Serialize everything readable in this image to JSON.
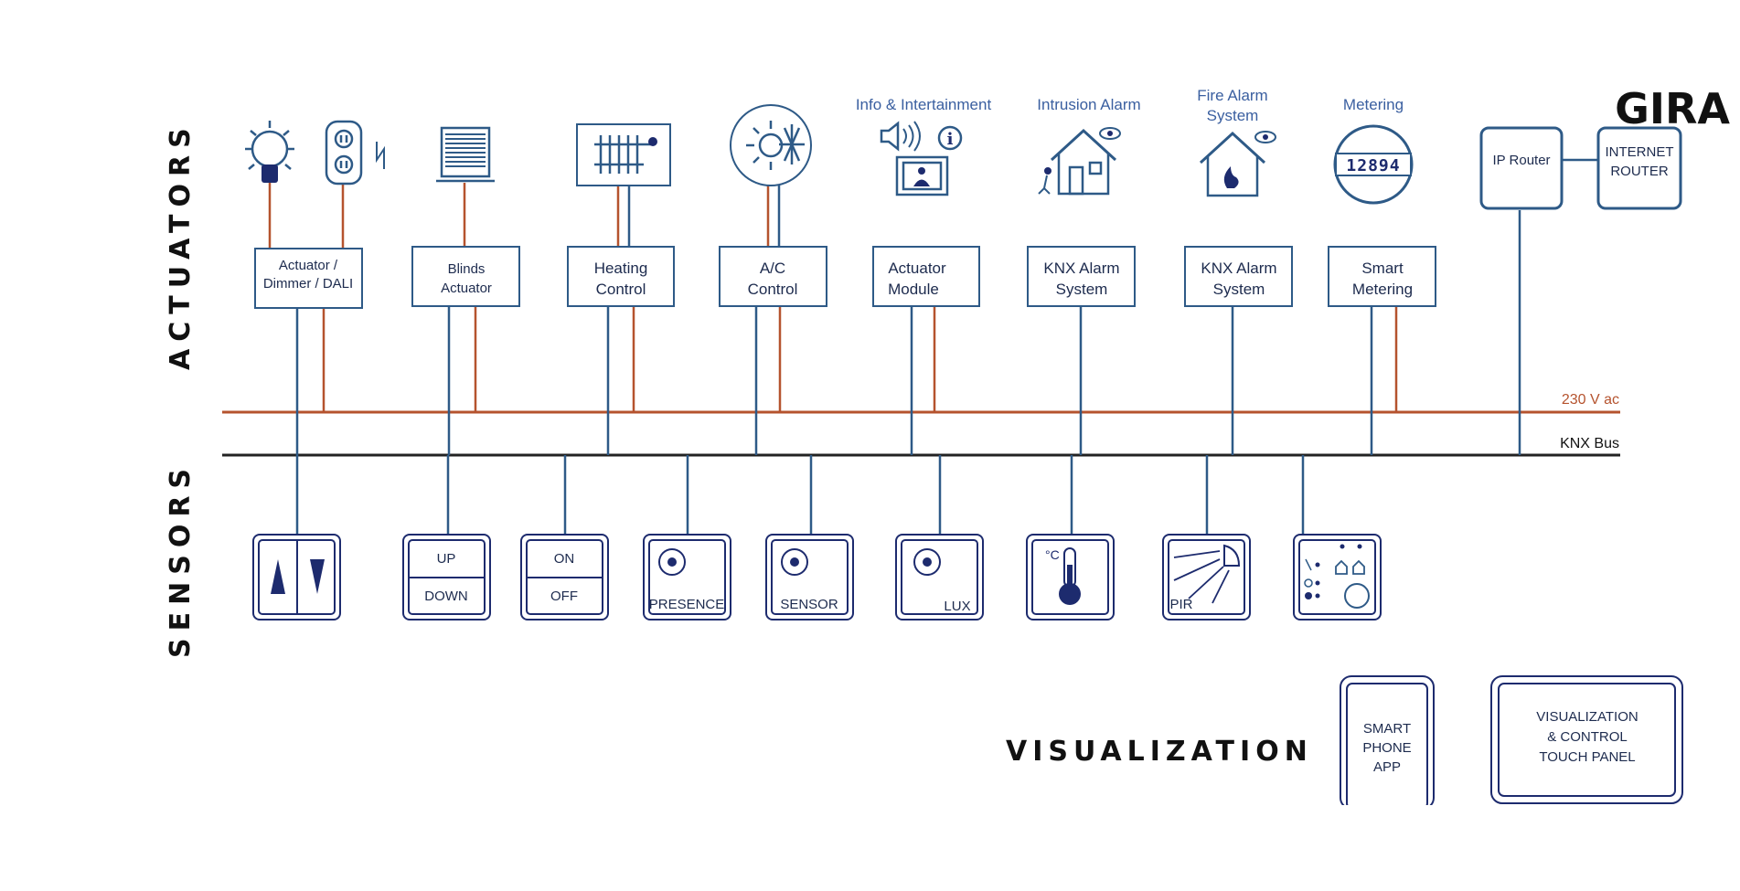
{
  "brand": "GIRA",
  "sections": {
    "actuators": "ACTUATORS",
    "sensors": "SENSORS",
    "visualization": "VISUALIZATION"
  },
  "buses": {
    "power": "230 V ac",
    "knx": "KNX Bus"
  },
  "categories": {
    "info": "Info & Intertainment",
    "intrusion": "Intrusion Alarm",
    "fire_1": "Fire Alarm",
    "fire_2": "System",
    "metering": "Metering"
  },
  "meter_digits": "12894",
  "modules": {
    "dimmer_1": "Actuator /",
    "dimmer_2": "Dimmer / DALI",
    "blinds_1": "Blinds",
    "blinds_2": "Actuator",
    "heating_1": "Heating",
    "heating_2": "Control",
    "ac_1": "A/C",
    "ac_2": "Control",
    "actuator_1": "Actuator",
    "actuator_2": "Module",
    "alarm1_1": "KNX Alarm",
    "alarm1_2": "System",
    "alarm2_1": "KNX Alarm",
    "alarm2_2": "System",
    "meter_1": "Smart",
    "meter_2": "Metering"
  },
  "network": {
    "ip_router": "IP Router",
    "internet_1": "INTERNET",
    "internet_2": "ROUTER"
  },
  "sensors": {
    "up": "UP",
    "down": "DOWN",
    "on": "ON",
    "off": "OFF",
    "presence": "PRESENCE",
    "sensor": "SENSOR",
    "lux": "LUX",
    "celsius": "°C",
    "pir": "PIR"
  },
  "visualization": {
    "phone_1": "SMART",
    "phone_2": "PHONE",
    "phone_3": "APP",
    "panel_1": "VISUALIZATION",
    "panel_2": "& CONTROL",
    "panel_3": "TOUCH PANEL"
  },
  "colors": {
    "knx_bus": "#2e5a87",
    "power_line": "#b5532e",
    "text": "#1d2b4e",
    "category_text": "#3a5fa0"
  }
}
